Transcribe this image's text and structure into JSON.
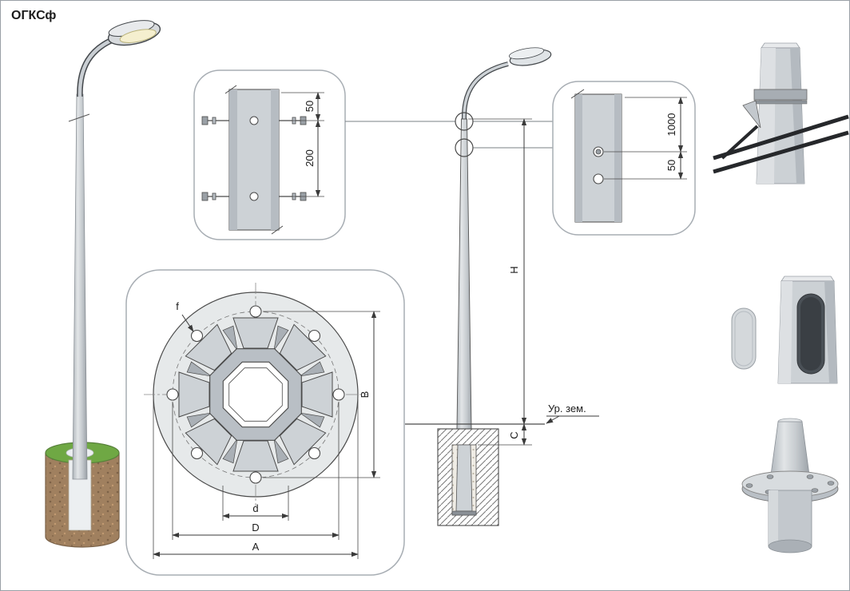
{
  "title": "ОГКСф",
  "colors": {
    "line": "#3a3a3a",
    "metal_light": "#cdd2d6",
    "metal_mid": "#b6bcc2",
    "metal_dark": "#9aa0a6",
    "callout_border": "#a7adb3",
    "grass": "#6fa844",
    "soil": "#a0805f",
    "cable": "#26282b"
  },
  "detail_top_flange": {
    "dim_edge": "50",
    "dim_bolt_spacing": "200"
  },
  "base_flange_plan": {
    "dim_hole": "f",
    "dim_bolt_span": "B",
    "dim_inner": "d",
    "dim_bolt_circle": "D",
    "dim_outer": "A"
  },
  "elevation": {
    "dim_height": "H",
    "dim_embed": "C",
    "ground_level_label": "Ур. зем."
  },
  "detail_cable_entry": {
    "dim_height": "1000",
    "dim_spacing": "50"
  }
}
